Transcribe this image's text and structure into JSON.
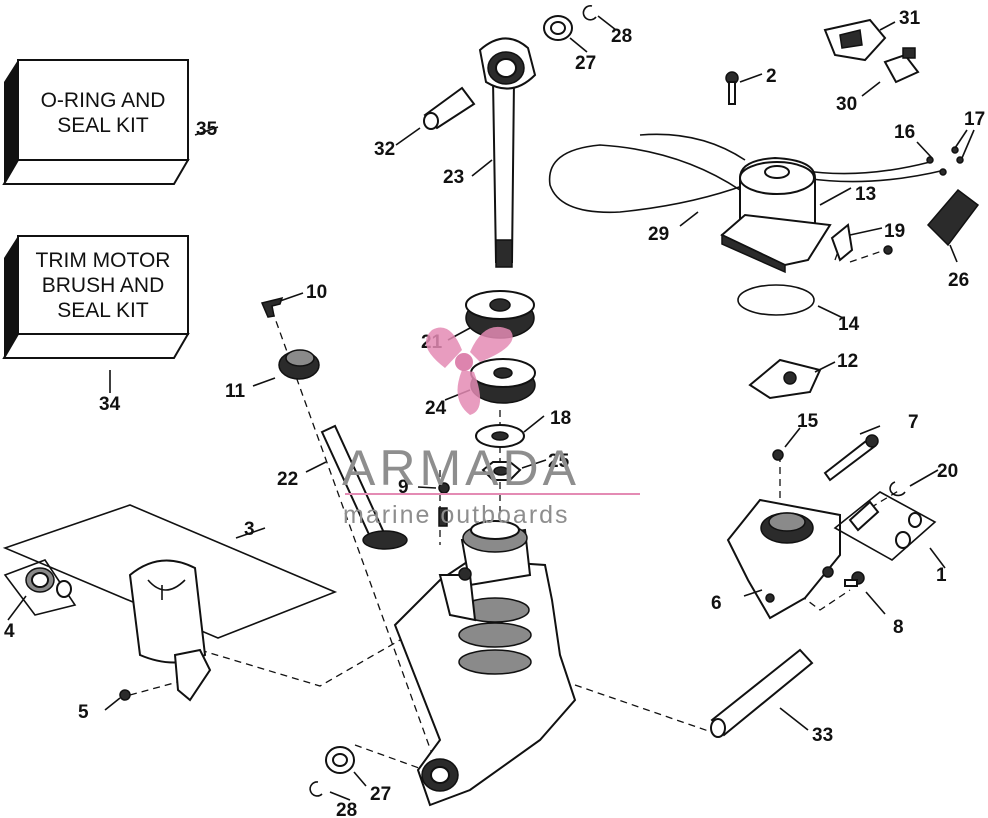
{
  "diagram": {
    "kits": [
      {
        "id": "35",
        "lines": [
          "O-RING AND",
          "SEAL KIT"
        ]
      },
      {
        "id": "34",
        "lines": [
          "TRIM MOTOR",
          "BRUSH AND",
          "SEAL KIT"
        ]
      }
    ],
    "callouts": [
      "1",
      "2",
      "3",
      "4",
      "5",
      "6",
      "7",
      "8",
      "9",
      "10",
      "11",
      "12",
      "13",
      "14",
      "15",
      "16",
      "17",
      "18",
      "19",
      "20",
      "21",
      "22",
      "23",
      "24",
      "25",
      "26",
      "27",
      "28",
      "27",
      "28",
      "29",
      "30",
      "31",
      "32",
      "33"
    ]
  },
  "watermark": {
    "brand": "ARMADA",
    "tagline": "marine outboards",
    "accent_color": "#e48bb4"
  }
}
